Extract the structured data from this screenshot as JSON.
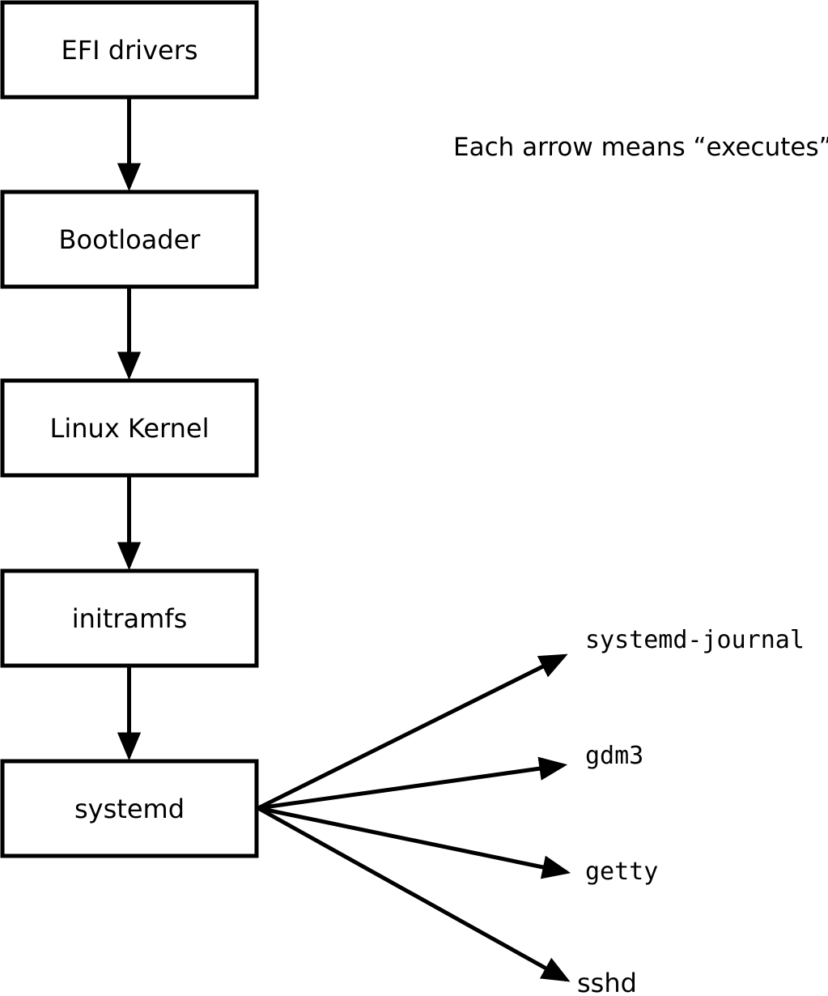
{
  "note": "Each arrow means “executes”.",
  "colors": {
    "stroke": "#000000",
    "box_fill": "#ffffff",
    "background": "#ffffff"
  },
  "chain": [
    {
      "label": "EFI drivers"
    },
    {
      "label": "Bootloader"
    },
    {
      "label": "Linux Kernel"
    },
    {
      "label": "initramfs"
    },
    {
      "label": "systemd"
    }
  ],
  "spawned": [
    {
      "label": "systemd-journal"
    },
    {
      "label": "gdm3"
    },
    {
      "label": "getty"
    },
    {
      "label": "sshd"
    }
  ]
}
